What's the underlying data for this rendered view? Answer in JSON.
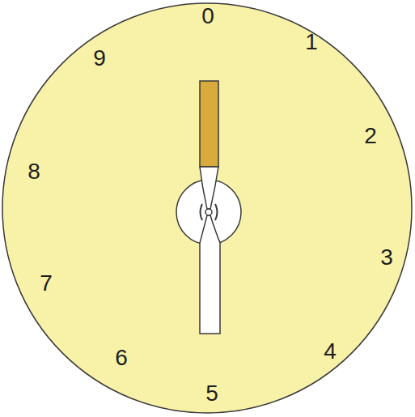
{
  "diagram": {
    "labels": [
      "0",
      "1",
      "2",
      "3",
      "4",
      "5",
      "6",
      "7",
      "8",
      "9"
    ]
  }
}
